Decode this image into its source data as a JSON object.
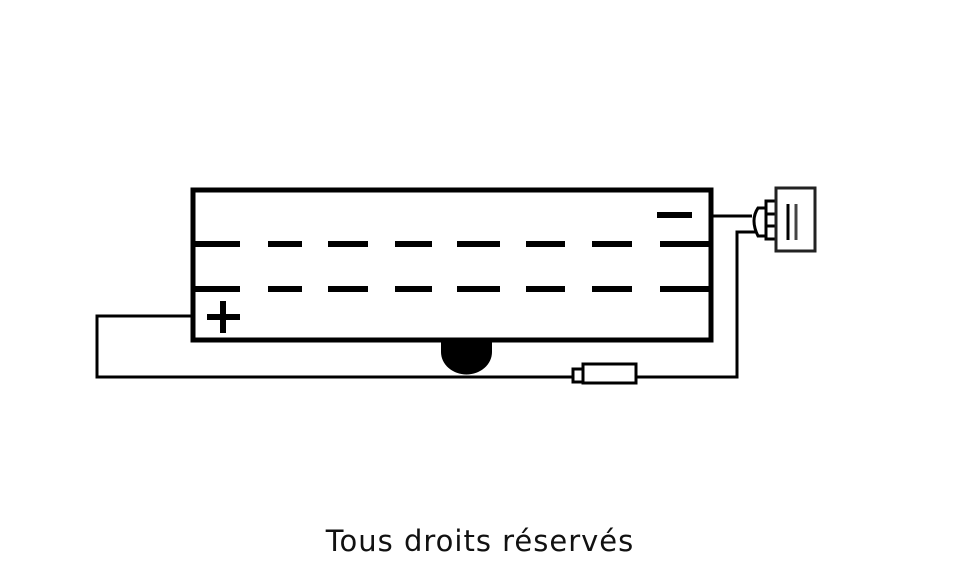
{
  "diagram": {
    "caption": "Tous droits réservés",
    "terminals": {
      "negative": "minus",
      "positive": "plus"
    },
    "colors": {
      "line": "#000000",
      "background": "#ffffff"
    }
  }
}
